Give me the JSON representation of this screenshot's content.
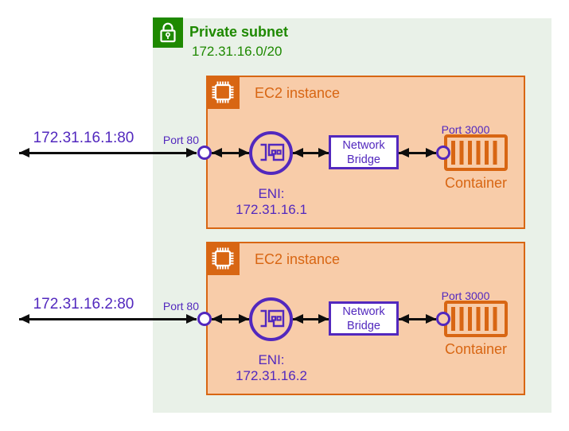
{
  "subnet": {
    "title": "Private subnet",
    "cidr": "172.31.16.0/20"
  },
  "instances": [
    {
      "title": "EC2 instance",
      "endpoint": "172.31.16.1:80",
      "eni_port": "Port 80",
      "eni_title": "ENI:",
      "eni_ip": "172.31.16.1",
      "bridge": "Network Bridge",
      "container_port": "Port 3000",
      "container": "Container"
    },
    {
      "title": "EC2 instance",
      "endpoint": "172.31.16.2:80",
      "eni_port": "Port 80",
      "eni_title": "ENI:",
      "eni_ip": "172.31.16.2",
      "bridge": "Network Bridge",
      "container_port": "Port 3000",
      "container": "Container"
    }
  ],
  "icons": {
    "subnet": "lock-icon",
    "instance": "chip-icon",
    "eni": "network-interface-icon",
    "container": "container-icon",
    "port": "port-circle"
  },
  "colors": {
    "green": "#1E8900",
    "subnet_bg": "#E9F1E8",
    "orange": "#D86613",
    "instance_bg": "#F8CCA9",
    "purple": "#5228BE",
    "arrow": "#0D0D0D"
  }
}
